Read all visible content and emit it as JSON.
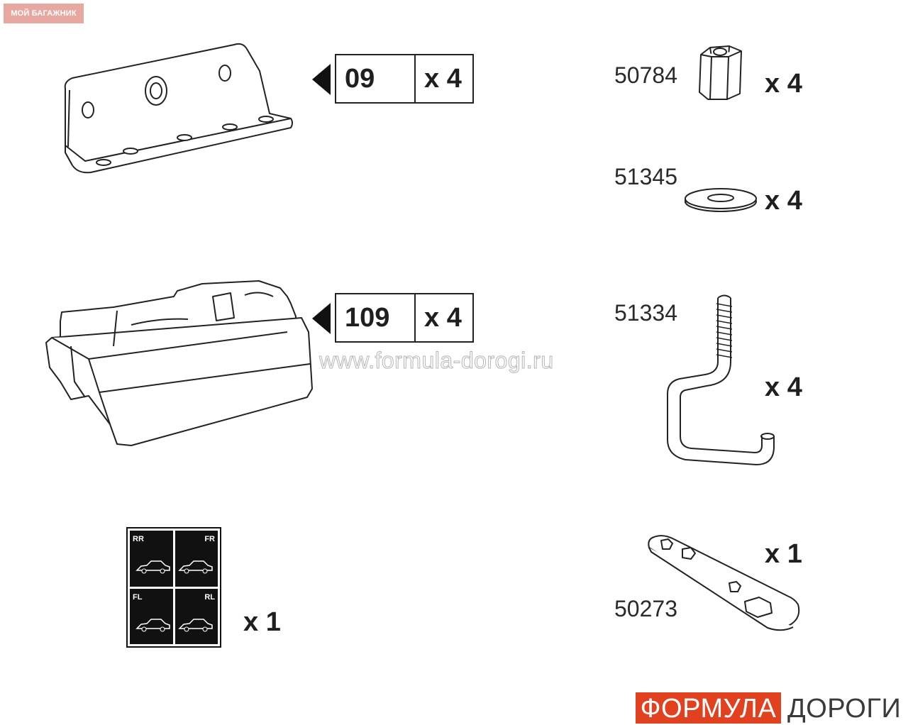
{
  "site_badge": "МОЙ БАГАЖНИК",
  "watermark": "www.formula-dorogi.ru",
  "parts_left": [
    {
      "code": "09",
      "qty": "x 4"
    },
    {
      "code": "109",
      "qty": "x 4"
    }
  ],
  "sticker": {
    "labels": [
      "RR",
      "FR",
      "FL",
      "RL"
    ],
    "qty": "x 1"
  },
  "parts_right": [
    {
      "number": "50784",
      "qty": "x 4",
      "icon": "hex-nut-icon"
    },
    {
      "number": "51345",
      "qty": "x 4",
      "icon": "washer-icon"
    },
    {
      "number": "51334",
      "qty": "x 4",
      "icon": "j-hook-bolt-icon"
    },
    {
      "number": "50273",
      "qty": "x 1",
      "icon": "wrench-plate-icon"
    }
  ],
  "logo": {
    "part1": "ФОРМУЛА",
    "part2": "ДОРОГИ",
    "accent": "#e2411f"
  }
}
